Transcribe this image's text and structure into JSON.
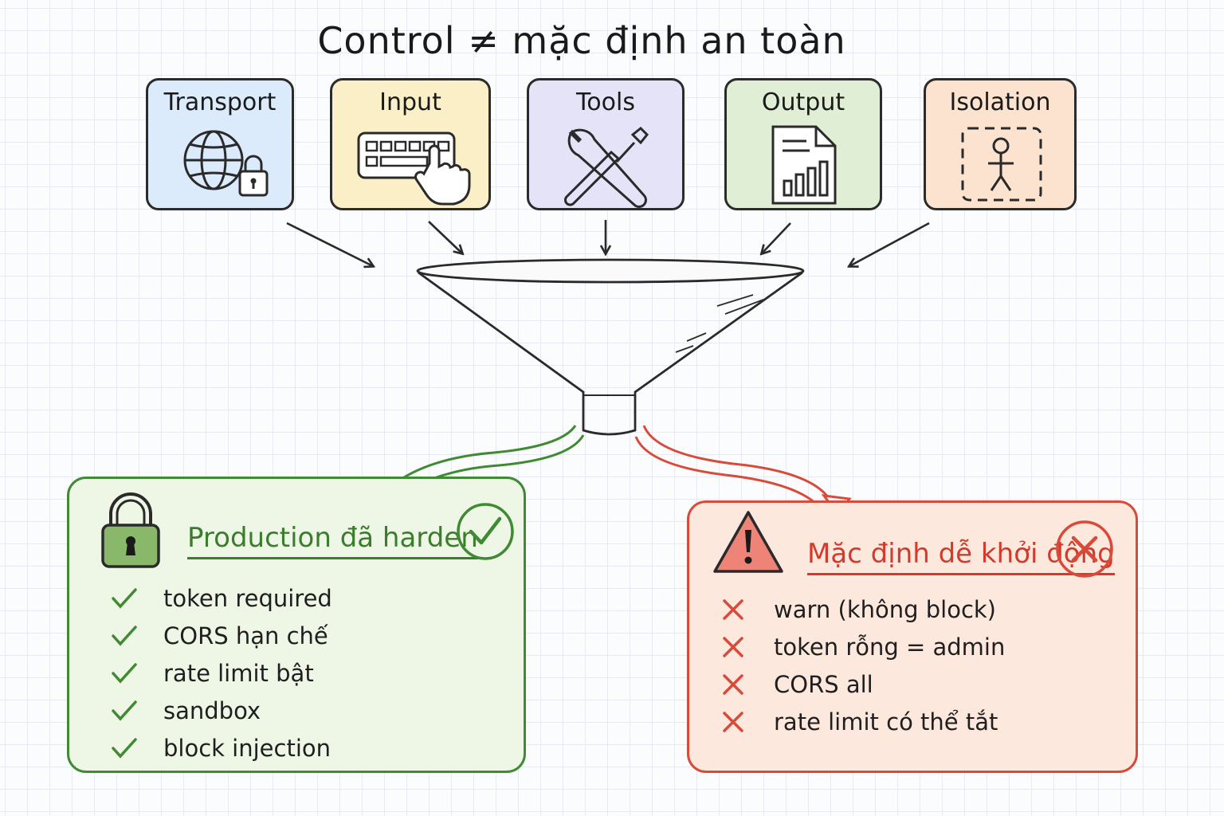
{
  "title": "Control ≠ mặc định an toàn",
  "layers": [
    {
      "label": "Transport",
      "icon": "globe-lock-icon",
      "color": "#dcebfb"
    },
    {
      "label": "Input",
      "icon": "keyboard-hand-icon",
      "color": "#fbefc8"
    },
    {
      "label": "Tools",
      "icon": "wrench-screwdriver-icon",
      "color": "#e4e3f8"
    },
    {
      "label": "Output",
      "icon": "document-chart-icon",
      "color": "#e1eed6"
    },
    {
      "label": "Isolation",
      "icon": "isolated-person-icon",
      "color": "#fbe3cf"
    }
  ],
  "production": {
    "heading": "Production đã harden",
    "items": [
      "token required",
      "CORS hạn chế",
      "rate limit bật",
      "sandbox",
      "block injection"
    ],
    "color": "#3f8a32"
  },
  "defaults": {
    "heading": "Mặc định dễ khởi động",
    "items": [
      "warn (không block)",
      "token rỗng = admin",
      "CORS all",
      "rate limit có thể tắt"
    ],
    "color": "#d84a3a"
  }
}
